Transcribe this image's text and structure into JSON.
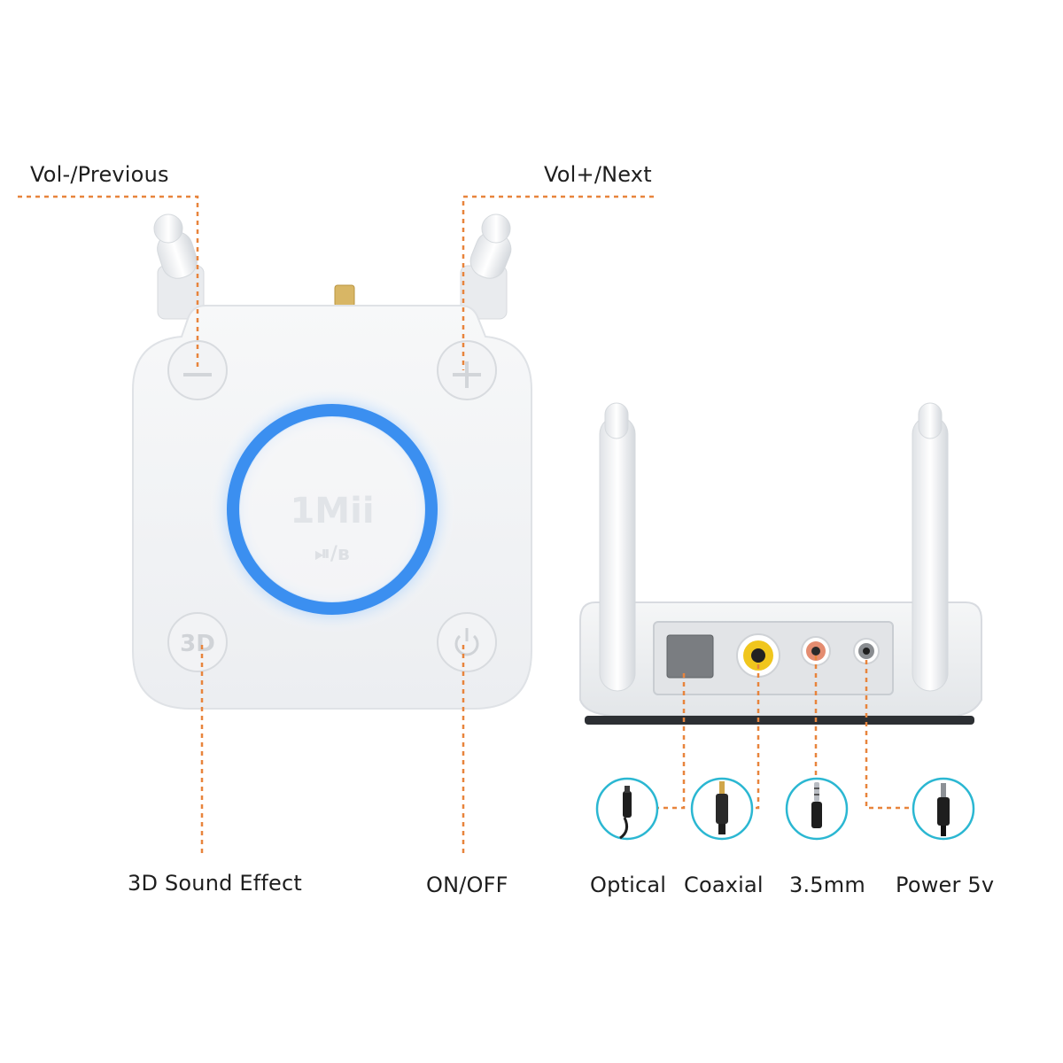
{
  "labels": {
    "vol_prev": "Vol-/Previous",
    "vol_next": "Vol+/Next",
    "sound_effect": "3D Sound Effect",
    "on_off": "ON/OFF",
    "optical": "Optical",
    "coaxial": "Coaxial",
    "aux": "3.5mm",
    "power": "Power 5v"
  },
  "device": {
    "brand_logo": "1Mii",
    "sound_button": "3D",
    "play_pause_mark": "⏯/ʙ"
  },
  "colors": {
    "leader_line": "#e8843c",
    "ring_glow": "#3b8ff0",
    "connector_circle": "#2bb7d2",
    "device_body": "#f3f4f6"
  },
  "icons": [
    "minus-icon",
    "plus-icon",
    "power-icon",
    "optical-plug-icon",
    "coaxial-plug-icon",
    "aux-plug-icon",
    "dc-plug-icon"
  ]
}
